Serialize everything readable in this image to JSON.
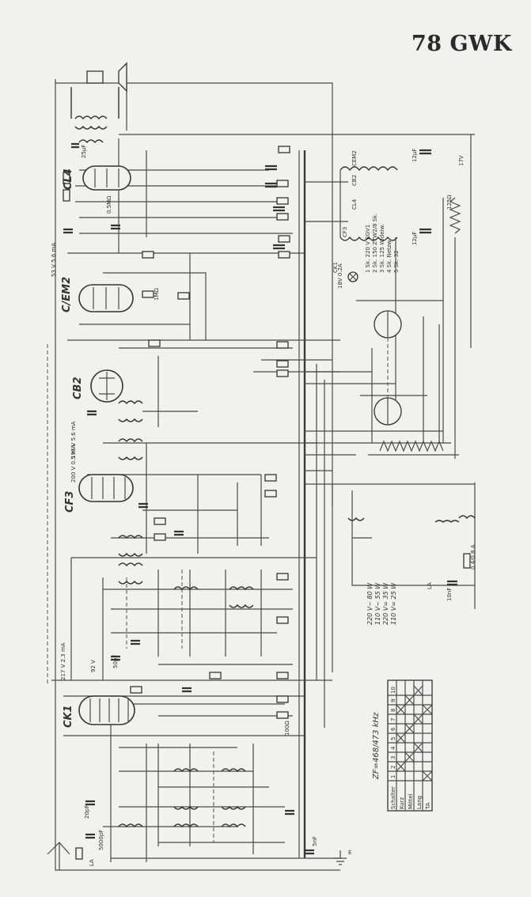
{
  "title": "78 GWK",
  "tubes": [
    "CL4",
    "C/EM2",
    "CB2",
    "CF3",
    "CK1"
  ],
  "frequency": "ZF=468/473 kHz",
  "voltage_table": [
    "220 V~ 80 W",
    "110 V~ 55 W",
    "220 V= 35 W",
    "110 V= 25 W"
  ],
  "mains_notes": [
    "1 Sk. 220 V EGV1",
    "2 Sk. 150 ZTW2/8 Sk.",
    "3 Sk. 125 Wideiw.",
    "4 Sk. Netzw.",
    "5 Sk. 32"
  ],
  "heater_chain": [
    "CK1",
    "CF3",
    "CL4",
    "CB2",
    "CEM2"
  ],
  "currents": [
    "53 V 5.6 mA",
    "200 V 0.5 mA",
    "197 V 5.6 mA",
    "217 V 2.3 mA",
    "92 V"
  ],
  "labels": {
    "cap_25uF": "25µF",
    "cap_12uF_a": "12µF",
    "cap_12uF_b": "12µF",
    "volt_17": "17V",
    "fuse": "0.4/0.8 A",
    "cap_10nF": "10nF",
    "lamp": "18V 0.2A",
    "rheo": "125Ω",
    "la": "LA",
    "ground": "E",
    "cap_20pF": "20pF",
    "cap_5000": "5000pF",
    "cap_5nF": "5nF",
    "rk": "100Ω",
    "rg": "1MΩ",
    "rv": "0.5MΩ",
    "ca": "50pF"
  },
  "switch_table": {
    "headers": [
      "Schalter",
      "1",
      "2",
      "3",
      "4",
      "5",
      "6",
      "7",
      "8",
      "9",
      "10"
    ],
    "rows": [
      "Kurz",
      "Mittel",
      "Lang",
      "TA"
    ]
  }
}
